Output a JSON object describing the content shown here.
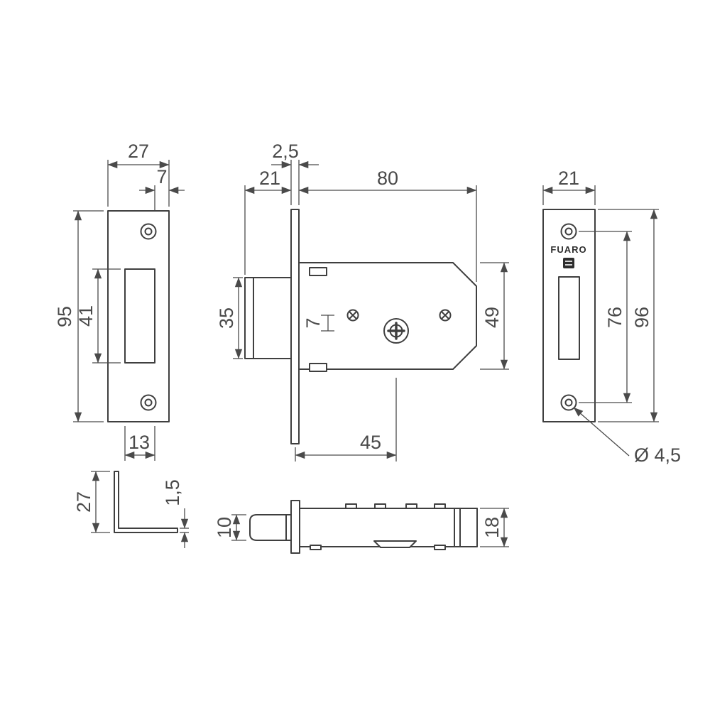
{
  "drawing": {
    "brand": "FUARO",
    "colors": {
      "line": "#3f3f3f",
      "dim": "#4a4a4a",
      "background": "#ffffff"
    },
    "views": {
      "strike_plate_front": {
        "dims": {
          "width": "27",
          "edge_offset": "7",
          "height": "95",
          "slot_height": "41",
          "slot_width": "13"
        }
      },
      "lock_body_side": {
        "dims": {
          "faceplate_thickness": "2,5",
          "bolt_throw": "21",
          "body_depth": "80",
          "bolt_height": "35",
          "center_offset": "7",
          "body_height": "49",
          "backset": "45"
        }
      },
      "faceplate_front": {
        "dims": {
          "width": "21",
          "screw_spacing": "76",
          "height": "96",
          "hole_diameter": "Ø 4,5"
        }
      },
      "angle_bracket": {
        "dims": {
          "height": "27",
          "thickness": "1,5"
        }
      },
      "lock_body_top": {
        "dims": {
          "bolt_diameter": "10",
          "body_width": "18"
        }
      }
    }
  }
}
